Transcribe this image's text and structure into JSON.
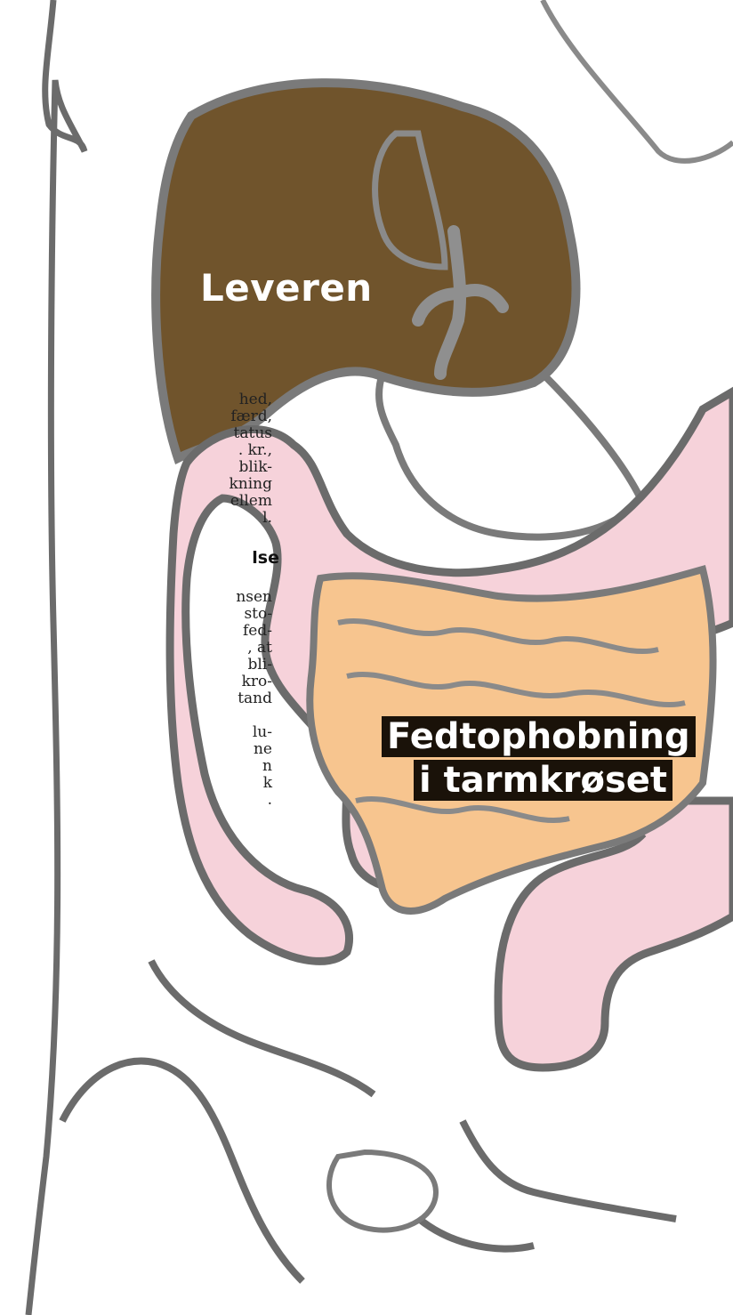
{
  "labels": {
    "liver": "Leveren",
    "fat_line1": "Fedtophobning",
    "fat_line2": "i tarmkrøset"
  },
  "article_fragment": {
    "lines": [
      "hed,",
      "færd,",
      "tatus",
      ". kr.,",
      "blik-",
      "kning",
      "ellem",
      "l."
    ],
    "heading": "lse",
    "lines2": [
      "nsen",
      "sto-",
      "fed-",
      ", at",
      "bli-",
      "kro-",
      "tand",
      "",
      "lu-",
      "ne",
      "n",
      "k",
      "."
    ]
  },
  "colors": {
    "liver": "#70542c",
    "intestine": "#f6d2da",
    "fat": "#f7c58f",
    "outline": "#6b6b6b",
    "label_bg": "#1a1209"
  }
}
